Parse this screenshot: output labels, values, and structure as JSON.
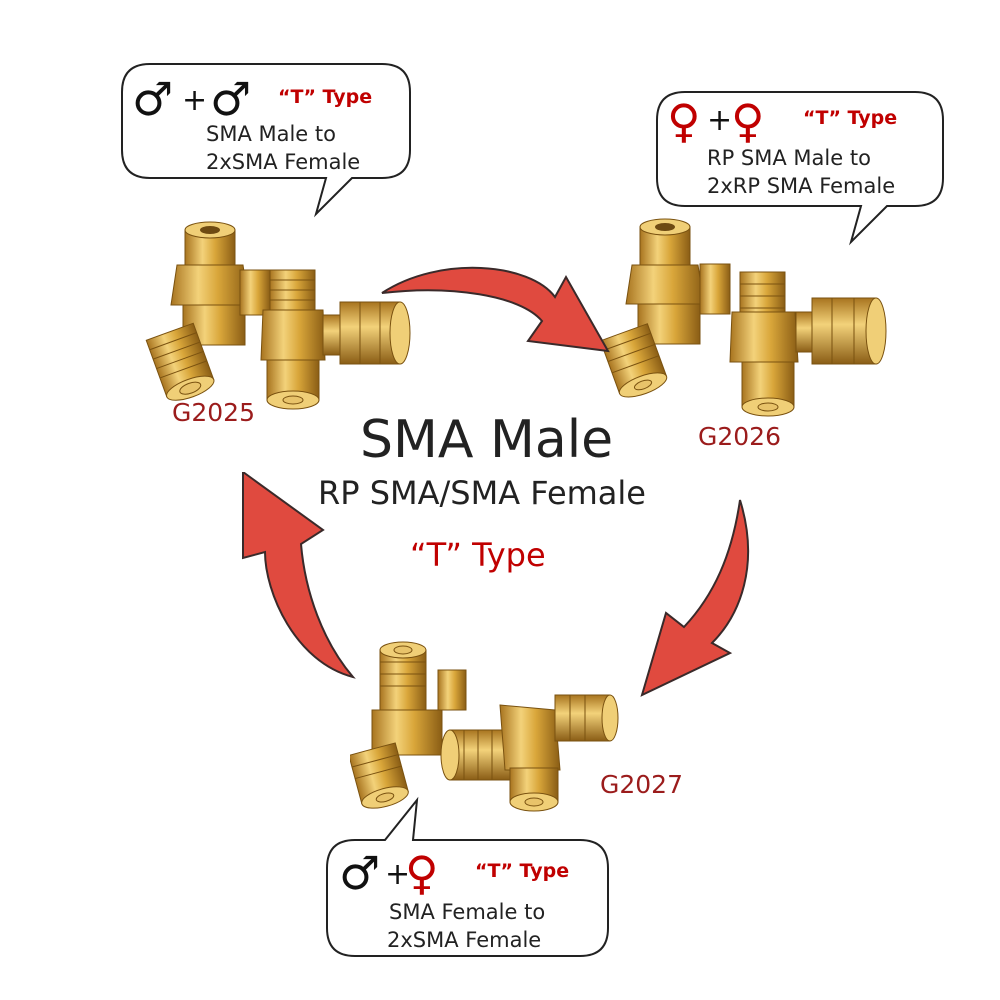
{
  "center": {
    "title": "SMA Male",
    "subtitle": "RP SMA/SMA Female",
    "type_label": "“T” Type"
  },
  "products": [
    {
      "code": "G2025",
      "symbols": [
        "♂",
        "♂"
      ],
      "plus": "+",
      "type_label": "“T” Type",
      "desc_line1": "SMA Male to",
      "desc_line2": "2xSMA Female"
    },
    {
      "code": "G2026",
      "symbols": [
        "♀",
        "♀"
      ],
      "plus": "+",
      "type_label": "“T” Type",
      "desc_line1": "RP SMA Male to",
      "desc_line2": "2xRP SMA Female"
    },
    {
      "code": "G2027",
      "symbols": [
        "♂",
        "♀"
      ],
      "plus": "+",
      "type_label": "“T” Type",
      "desc_line1": "SMA Female to",
      "desc_line2": "2xSMA Female"
    }
  ],
  "colors": {
    "arrow": "#e04a3f",
    "arrow_edge": "#3a2a2a",
    "accent_red": "#c00000",
    "code_red": "#9b1c1c",
    "gold": "#d9a63a"
  },
  "icons": [
    "male-symbol-icon",
    "female-symbol-icon",
    "curved-arrow-icon",
    "speech-bubble"
  ]
}
